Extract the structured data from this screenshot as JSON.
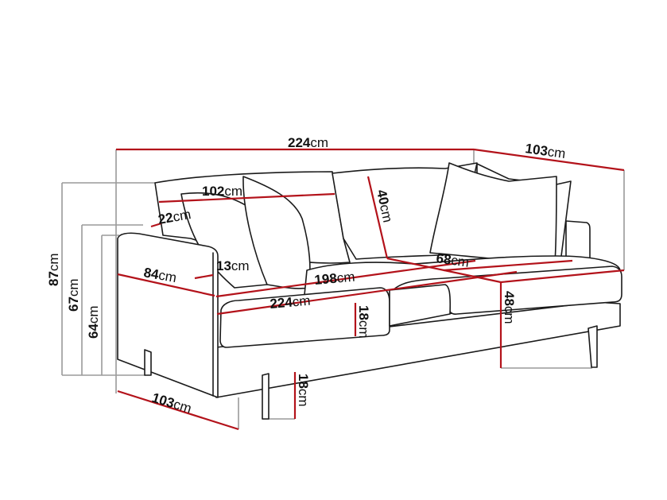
{
  "unit": "cm",
  "dimensions": {
    "total_width": "224",
    "total_depth_top": "103",
    "back_cushion_width": "102",
    "back_cushion_thickness": "22",
    "back_cushion_height": "40",
    "seat_depth": "68",
    "arm_thickness": "13",
    "arm_length": "84",
    "seat_width": "198",
    "front_width": "224",
    "seat_cushion_height": "18",
    "seat_height": "48",
    "leg_height": "18",
    "total_depth_bottom": "103",
    "total_height": "87",
    "back_frame_height": "67",
    "arm_height": "64"
  },
  "colors": {
    "dimension_line": "#b3121a",
    "extension_line": "#9a9a9a",
    "outline": "#1a1a1a"
  }
}
